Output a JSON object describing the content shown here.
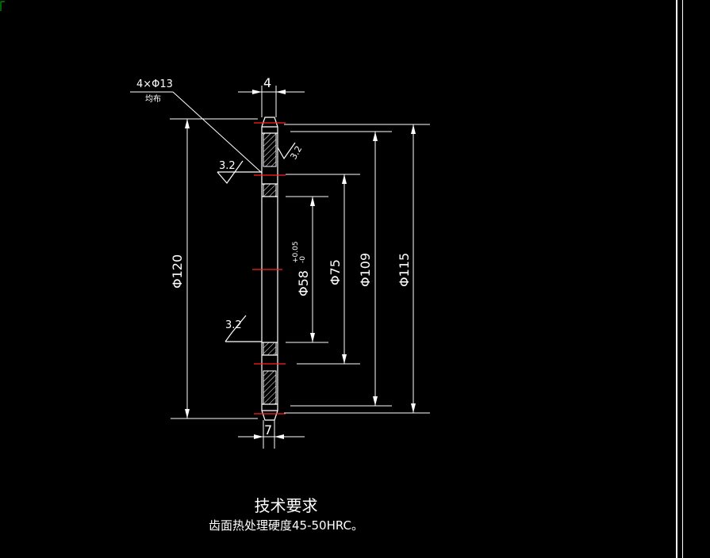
{
  "drawing": {
    "dim_top_width": "4",
    "dim_bottom_width": "7",
    "hole_note": "4×Φ13",
    "hole_note_sub": "均布",
    "dia_120": "Φ120",
    "dia_115": "Φ115",
    "dia_109": "Φ109",
    "dia_75": "Φ75",
    "dia_58": "Φ58",
    "dia_58_tol_upper": "+0.05",
    "dia_58_tol_lower": "-0",
    "roughness_1": "3.2",
    "roughness_2": "3.2",
    "roughness_3": "3.2"
  },
  "notes": {
    "title": "技术要求",
    "line1": "齿面热处理硬度45-50HRC。"
  },
  "colors": {
    "background": "#000000",
    "lines": "#ffffff",
    "centerline": "#ff2020",
    "corner_marker": "#00c000"
  }
}
